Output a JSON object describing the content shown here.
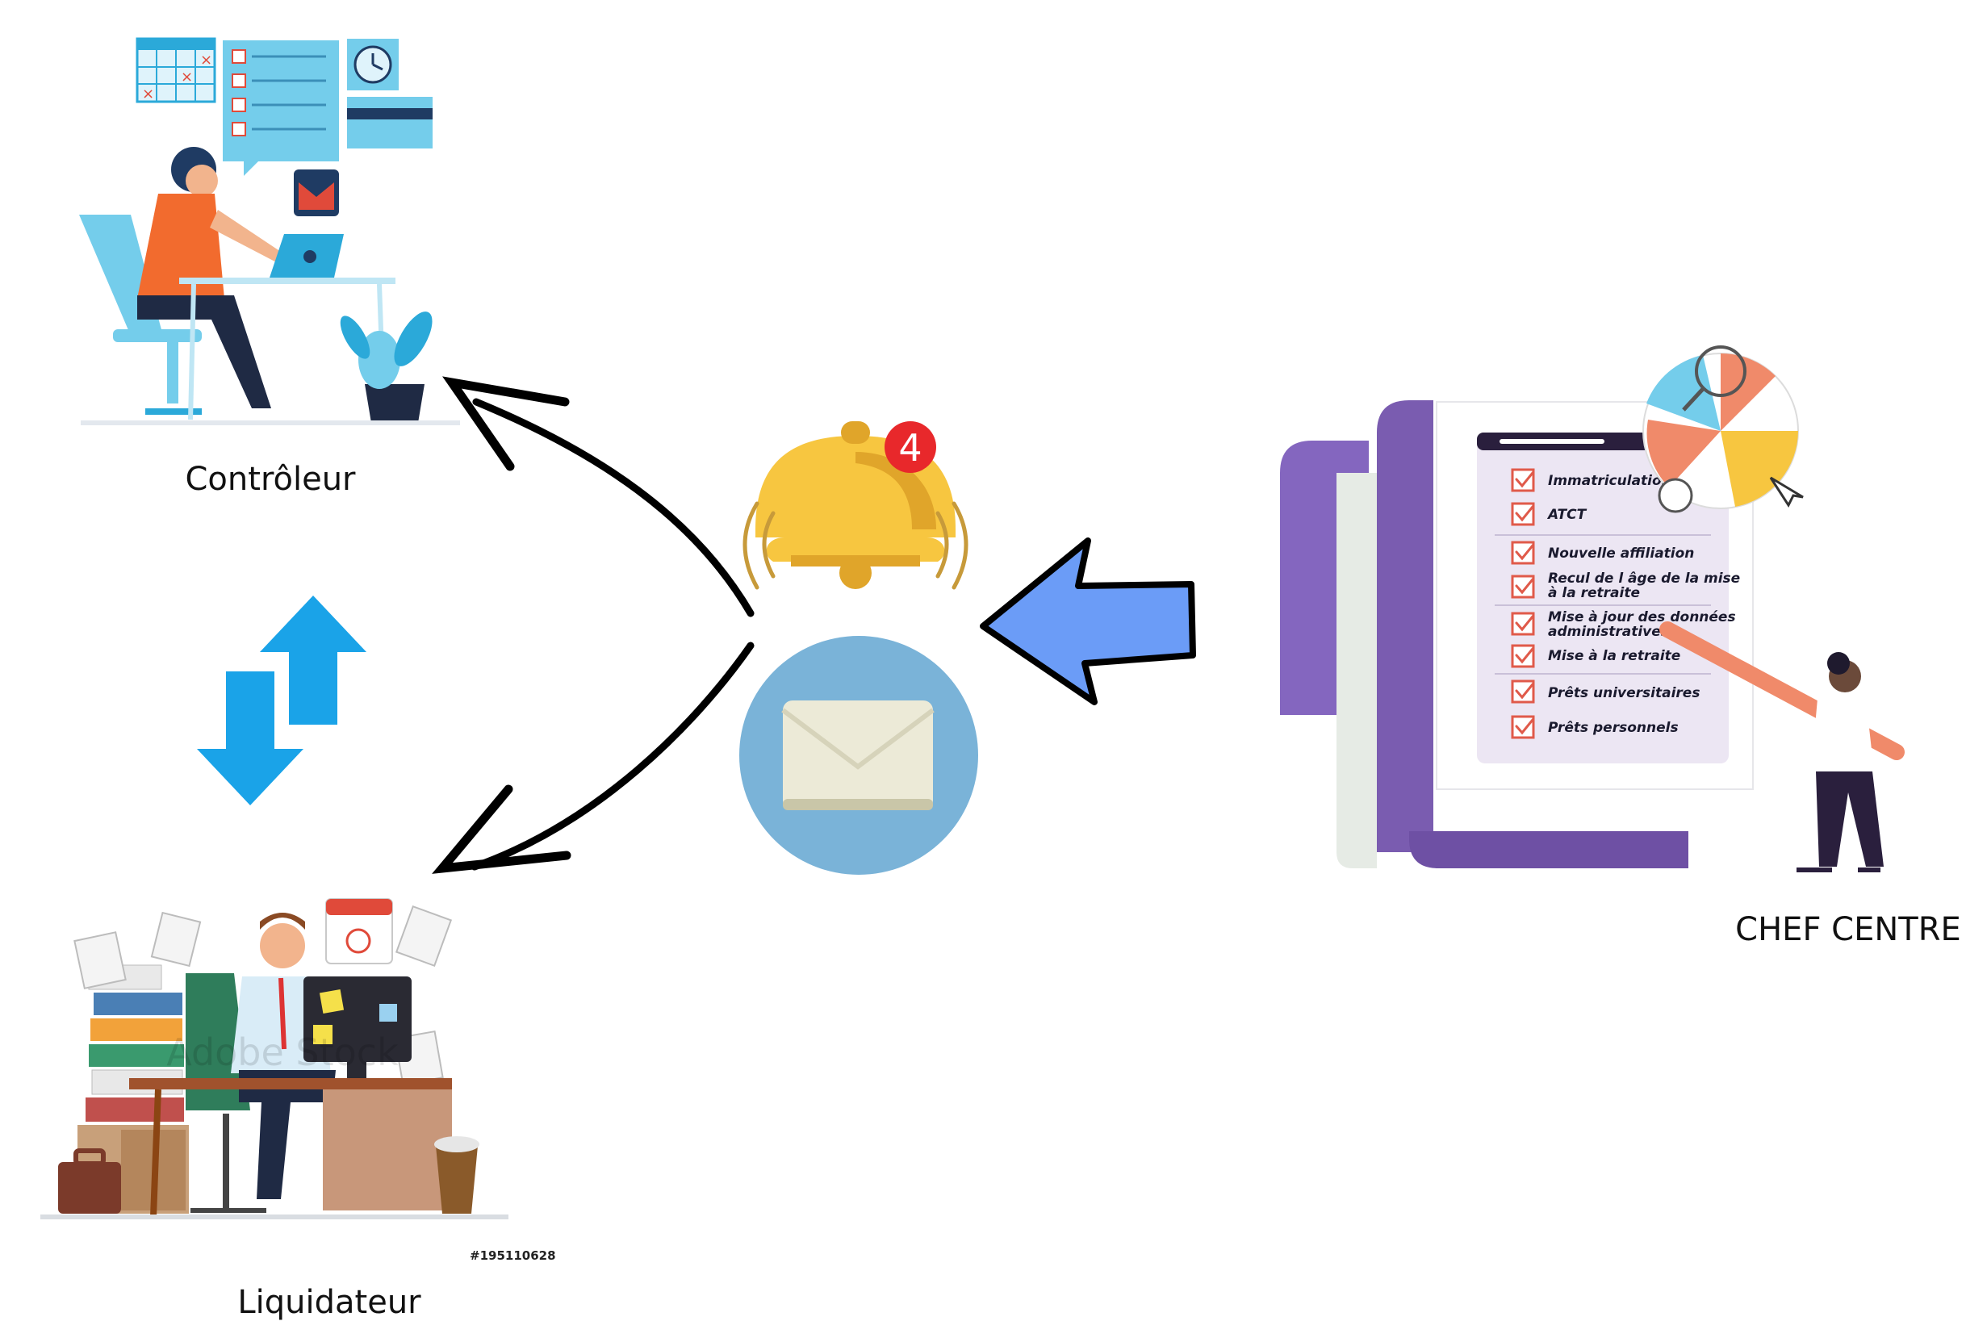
{
  "labels": {
    "controleur": "Contrôleur",
    "liquidateur": "Liquidateur",
    "chef_centre": "CHEF CENTRE",
    "stock_id": "#195110628",
    "watermark": "Adobe Stock"
  },
  "notification": {
    "count": "4"
  },
  "checklist": {
    "items": [
      "Immatriculation",
      "ATCT",
      "Nouvelle affiliation",
      "Recul de l âge de la mise",
      "à la retraite",
      "Mise à jour des données",
      "administratives",
      "Mise à la retraite",
      "Prêts universitaires",
      "Prêts personnels"
    ]
  },
  "colors": {
    "accent_blue": "#6b9cf7",
    "swap_blue": "#1aa3e8",
    "bell": "#f7c640",
    "badge": "#e8282b",
    "envelope_circle": "#7ab3d8",
    "scroll_purple": "#7a5cb0"
  },
  "icons": [
    "bell-icon",
    "envelope-icon",
    "swap-arrows-icon",
    "arrow-left-icon"
  ]
}
